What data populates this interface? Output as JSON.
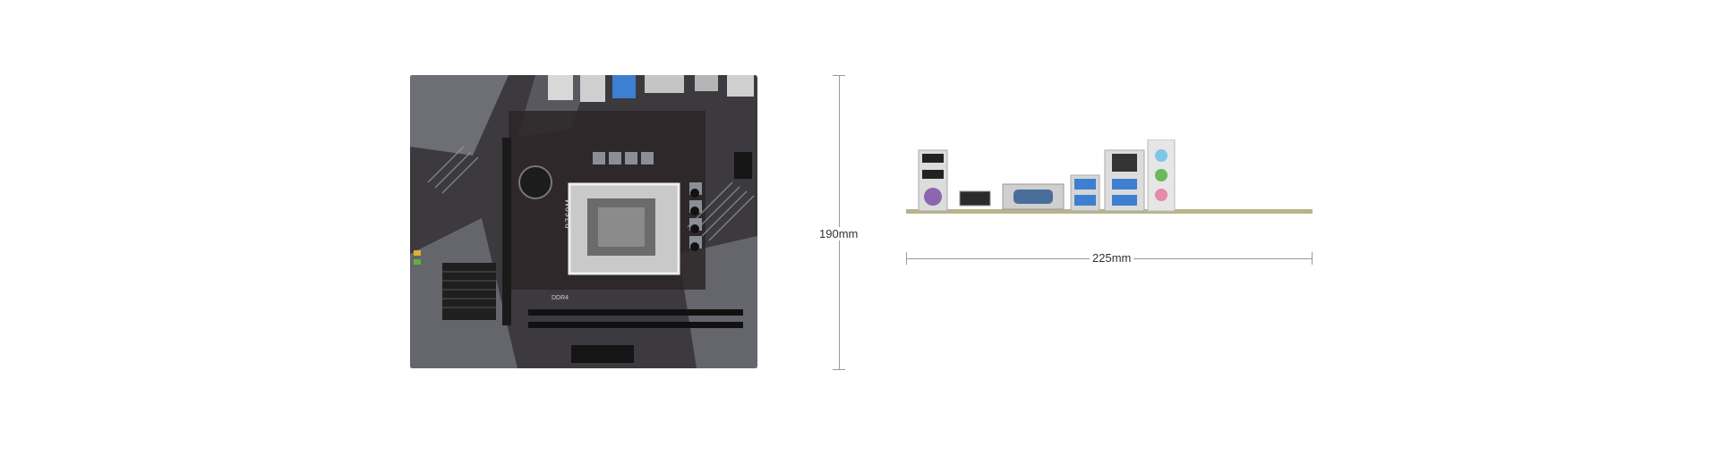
{
  "product": {
    "silkscreen_model": "B760M",
    "silkscreen_memory": "DDR4"
  },
  "dimensions": {
    "height_label": "190mm",
    "width_label": "225mm"
  },
  "colors": {
    "pcb": "#3c3a3f",
    "pcb_accent": "#8e929a",
    "rear_io_base": "#b7b48c",
    "usb_blue": "#3f7fd1",
    "audio_blue": "#7fc6e6",
    "audio_green": "#69b85a",
    "audio_pink": "#e58aa7"
  },
  "icons": {
    "motherboard": "motherboard-photo",
    "rear_io": "rear-io-panel-photo"
  }
}
